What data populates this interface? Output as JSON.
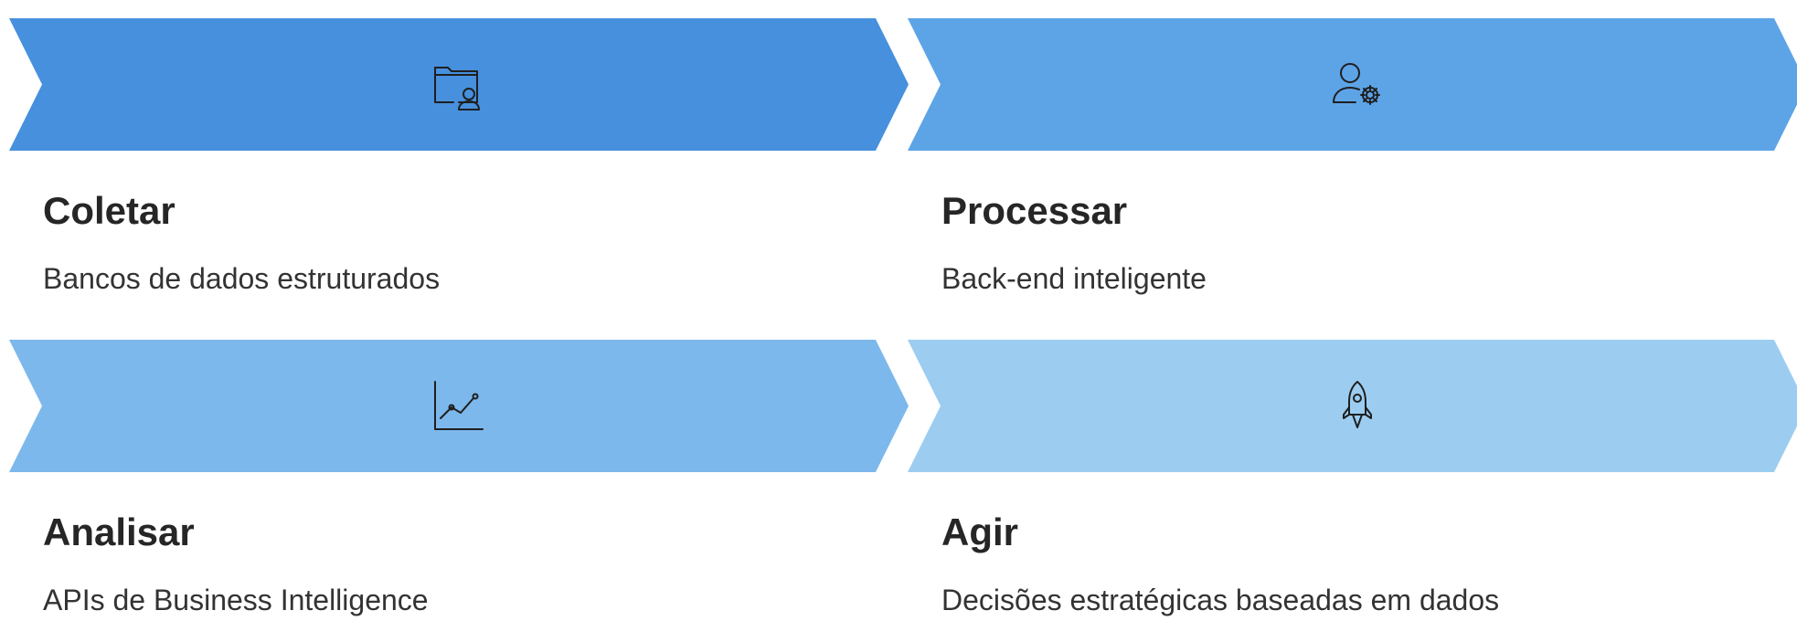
{
  "steps": [
    {
      "title": "Coletar",
      "description": "Bancos de dados estruturados",
      "icon": "folder-user-icon",
      "color": "#4690de"
    },
    {
      "title": "Processar",
      "description": "Back-end inteligente",
      "icon": "user-gear-icon",
      "color": "#5da4e7"
    },
    {
      "title": "Analisar",
      "description": "APIs de Business Intelligence",
      "icon": "line-chart-icon",
      "color": "#7cb8ec"
    },
    {
      "title": "Agir",
      "description": "Decisões estratégicas baseadas em dados",
      "icon": "rocket-icon",
      "color": "#9ccdf1"
    }
  ]
}
